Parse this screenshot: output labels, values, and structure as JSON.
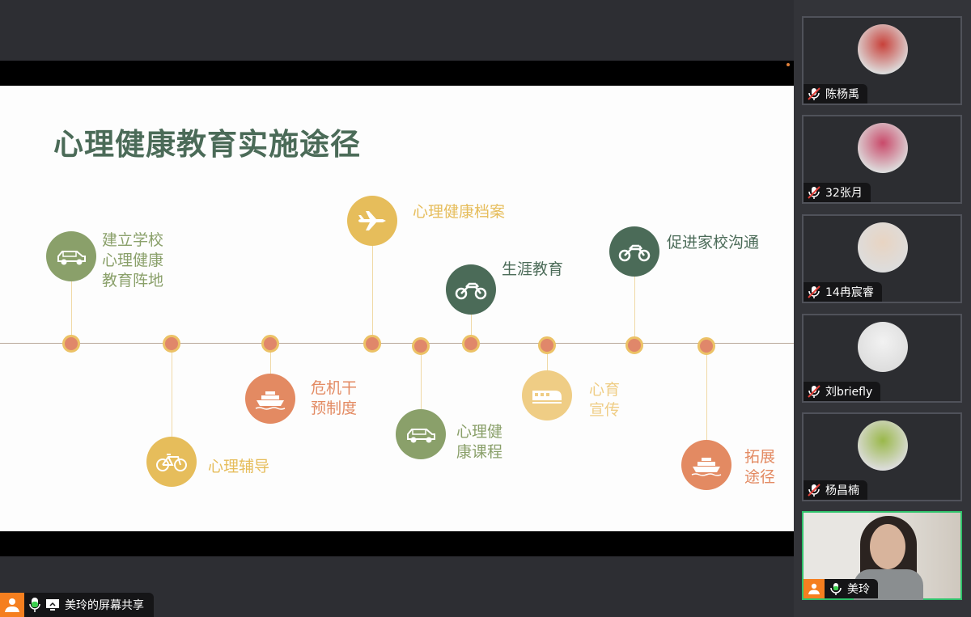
{
  "slide": {
    "title": "心理健康教育实施途径",
    "items": [
      {
        "label": "建立学校\n心理健康\n教育阵地",
        "icon": "car-icon",
        "color": "#8aa06a"
      },
      {
        "label": "心理辅导",
        "icon": "bicycle-icon",
        "color": "#e6bd5b"
      },
      {
        "label": "危机干\n预制度",
        "icon": "ship-icon",
        "color": "#e38a62"
      },
      {
        "label": "心理健康档案",
        "icon": "airplane-icon",
        "color": "#e6bd5b"
      },
      {
        "label": "心理健\n康课程",
        "icon": "car-icon",
        "color": "#8aa06a"
      },
      {
        "label": "生涯教育",
        "icon": "motorcycle-icon",
        "color": "#4b6b58"
      },
      {
        "label": "心育\n宣传",
        "icon": "train-icon",
        "color": "#efcd85"
      },
      {
        "label": "促进家校沟通",
        "icon": "motorcycle-icon",
        "color": "#4b6b58"
      },
      {
        "label": "拓展\n途径",
        "icon": "ship-icon",
        "color": "#e38a62"
      }
    ]
  },
  "participants": [
    {
      "name": "陈杨禹",
      "muted": true
    },
    {
      "name": "32张月",
      "muted": true
    },
    {
      "name": "14冉宸睿",
      "muted": true
    },
    {
      "name": "刘briefly",
      "muted": true
    },
    {
      "name": "杨昌楠",
      "muted": true
    },
    {
      "name": "美玲",
      "muted": false
    }
  ],
  "share_bar": {
    "label": "美玲的屏幕共享"
  }
}
